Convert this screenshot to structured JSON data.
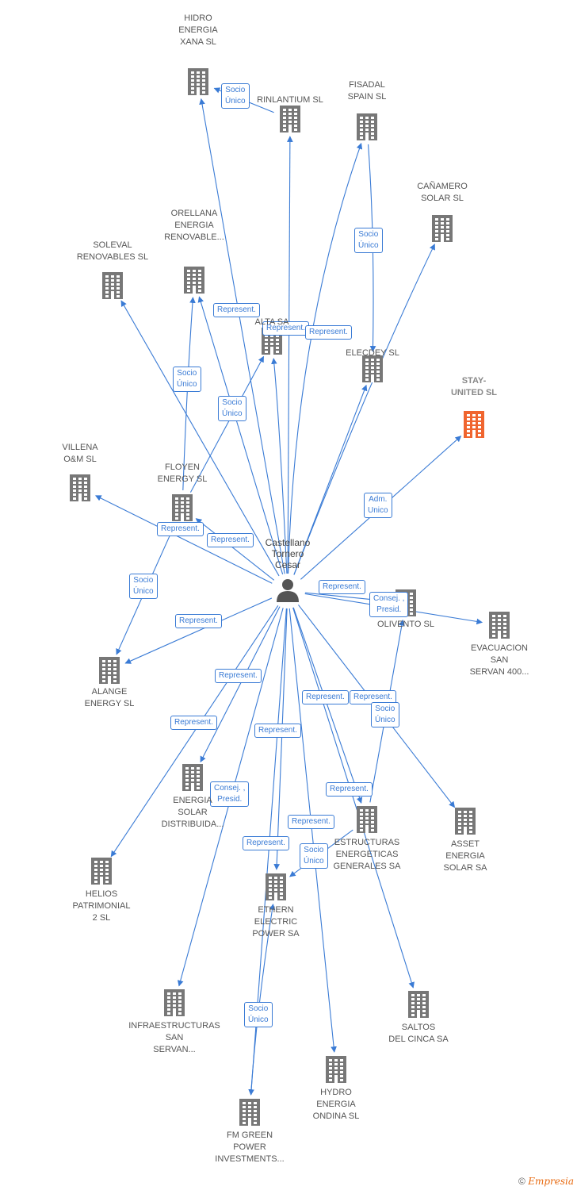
{
  "colors": {
    "edge": "#3a7bd5",
    "building": "#777777",
    "highlight": "#f0652f",
    "person": "#555555"
  },
  "center": {
    "id": "castellano",
    "label": "Castellano\nTornero\nCesar",
    "icon": "person-icon"
  },
  "nodes": [
    {
      "id": "hidro_xana",
      "label": "HIDRO\nENERGIA\nXANA  SL"
    },
    {
      "id": "rinlantium",
      "label": "RINLANTIUM SL"
    },
    {
      "id": "fisadal",
      "label": "FISADAL\nSPAIN  SL"
    },
    {
      "id": "canamero",
      "label": "CAÑAMERO\nSOLAR SL"
    },
    {
      "id": "soleval",
      "label": "SOLEVAL\nRENOVABLES SL"
    },
    {
      "id": "orellana",
      "label": "ORELLANA\nENERGIA\nRENOVABLE..."
    },
    {
      "id": "alta",
      "label": "ALTA SA"
    },
    {
      "id": "elecdey",
      "label": "ELECDEY SL"
    },
    {
      "id": "stay_united",
      "label": "STAY-\nUNITED  SL",
      "highlight": true
    },
    {
      "id": "villena",
      "label": "VILLENA\nO&M  SL"
    },
    {
      "id": "floyen",
      "label": "FLOYEN\nENERGY  SL"
    },
    {
      "id": "olivento",
      "label": "OLIVENTO SL"
    },
    {
      "id": "evacuacion",
      "label": "EVACUACION\nSAN\nSERVAN 400..."
    },
    {
      "id": "alange",
      "label": "ALANGE\nENERGY  SL"
    },
    {
      "id": "energia_solar",
      "label": "ENERGIA\nSOLAR\nDISTRIBUIDA..."
    },
    {
      "id": "estructuras",
      "label": "ESTRUCTURAS\nENERGETICAS\nGENERALES SA"
    },
    {
      "id": "asset",
      "label": "ASSET\nENERGIA\nSOLAR SA"
    },
    {
      "id": "helios",
      "label": "HELIOS\nPATRIMONIAL\n2 SL"
    },
    {
      "id": "ethern",
      "label": "ETHERN\nELECTRIC\nPOWER SA"
    },
    {
      "id": "infraestructuras",
      "label": "INFRAESTRUCTURAS\nSAN\nSERVAN..."
    },
    {
      "id": "saltos",
      "label": "SALTOS\nDEL CINCA SA"
    },
    {
      "id": "hydro_ondina",
      "label": "HYDRO\nENERGIA\nONDINA SL"
    },
    {
      "id": "fm_green",
      "label": "FM GREEN\nPOWER\nINVESTMENTS..."
    }
  ],
  "edges": [
    {
      "from": "castellano",
      "to": "hidro_xana",
      "label": ""
    },
    {
      "from": "castellano",
      "to": "rinlantium",
      "label": ""
    },
    {
      "from": "castellano",
      "to": "fisadal",
      "label": ""
    },
    {
      "from": "castellano",
      "to": "canamero",
      "label": ""
    },
    {
      "from": "castellano",
      "to": "soleval",
      "label": ""
    },
    {
      "from": "castellano",
      "to": "orellana",
      "label": "Represent."
    },
    {
      "from": "castellano",
      "to": "alta",
      "label": "Represent."
    },
    {
      "from": "castellano",
      "to": "elecdey",
      "label": "Represent."
    },
    {
      "from": "castellano",
      "to": "stay_united",
      "label": "Adm.\nUnico"
    },
    {
      "from": "castellano",
      "to": "villena",
      "label": "Represent."
    },
    {
      "from": "castellano",
      "to": "floyen",
      "label": "Represent."
    },
    {
      "from": "castellano",
      "to": "evacuacion",
      "label": "Represent."
    },
    {
      "from": "castellano",
      "to": "alange",
      "label": "Represent."
    },
    {
      "from": "castellano",
      "to": "energia_solar",
      "label": "Represent."
    },
    {
      "from": "castellano",
      "to": "estructuras",
      "label": "Represent."
    },
    {
      "from": "castellano",
      "to": "asset",
      "label": "Represent."
    },
    {
      "from": "castellano",
      "to": "helios",
      "label": "Represent."
    },
    {
      "from": "castellano",
      "to": "ethern",
      "label": "Represent."
    },
    {
      "from": "castellano",
      "to": "infraestructuras",
      "label": "Consej. ,\nPresid."
    },
    {
      "from": "castellano",
      "to": "saltos",
      "label": "Represent."
    },
    {
      "from": "castellano",
      "to": "hydro_ondina",
      "label": "Represent."
    },
    {
      "from": "castellano",
      "to": "fm_green",
      "label": "Represent."
    },
    {
      "from": "castellano",
      "to": "olivento",
      "label": "Consej. ,\nPresid."
    },
    {
      "from": "rinlantium",
      "to": "hidro_xana",
      "label": "Socio\nÚnico"
    },
    {
      "from": "fisadal",
      "to": "elecdey",
      "label": "Socio\nÚnico"
    },
    {
      "from": "floyen",
      "to": "orellana",
      "label": "Socio\nÚnico"
    },
    {
      "from": "floyen",
      "to": "alta",
      "label": "Socio\nÚnico"
    },
    {
      "from": "floyen",
      "to": "alange",
      "label": "Socio\nÚnico"
    },
    {
      "from": "estructuras",
      "to": "olivento",
      "label": "Socio\nÚnico"
    },
    {
      "from": "fm_green",
      "to": "ethern",
      "label": "Socio\nÚnico"
    },
    {
      "from": "estructuras",
      "to": "ethern",
      "label": "Socio\nÚnico"
    }
  ],
  "footer": {
    "copyright": "©",
    "brand": "Empresia"
  }
}
